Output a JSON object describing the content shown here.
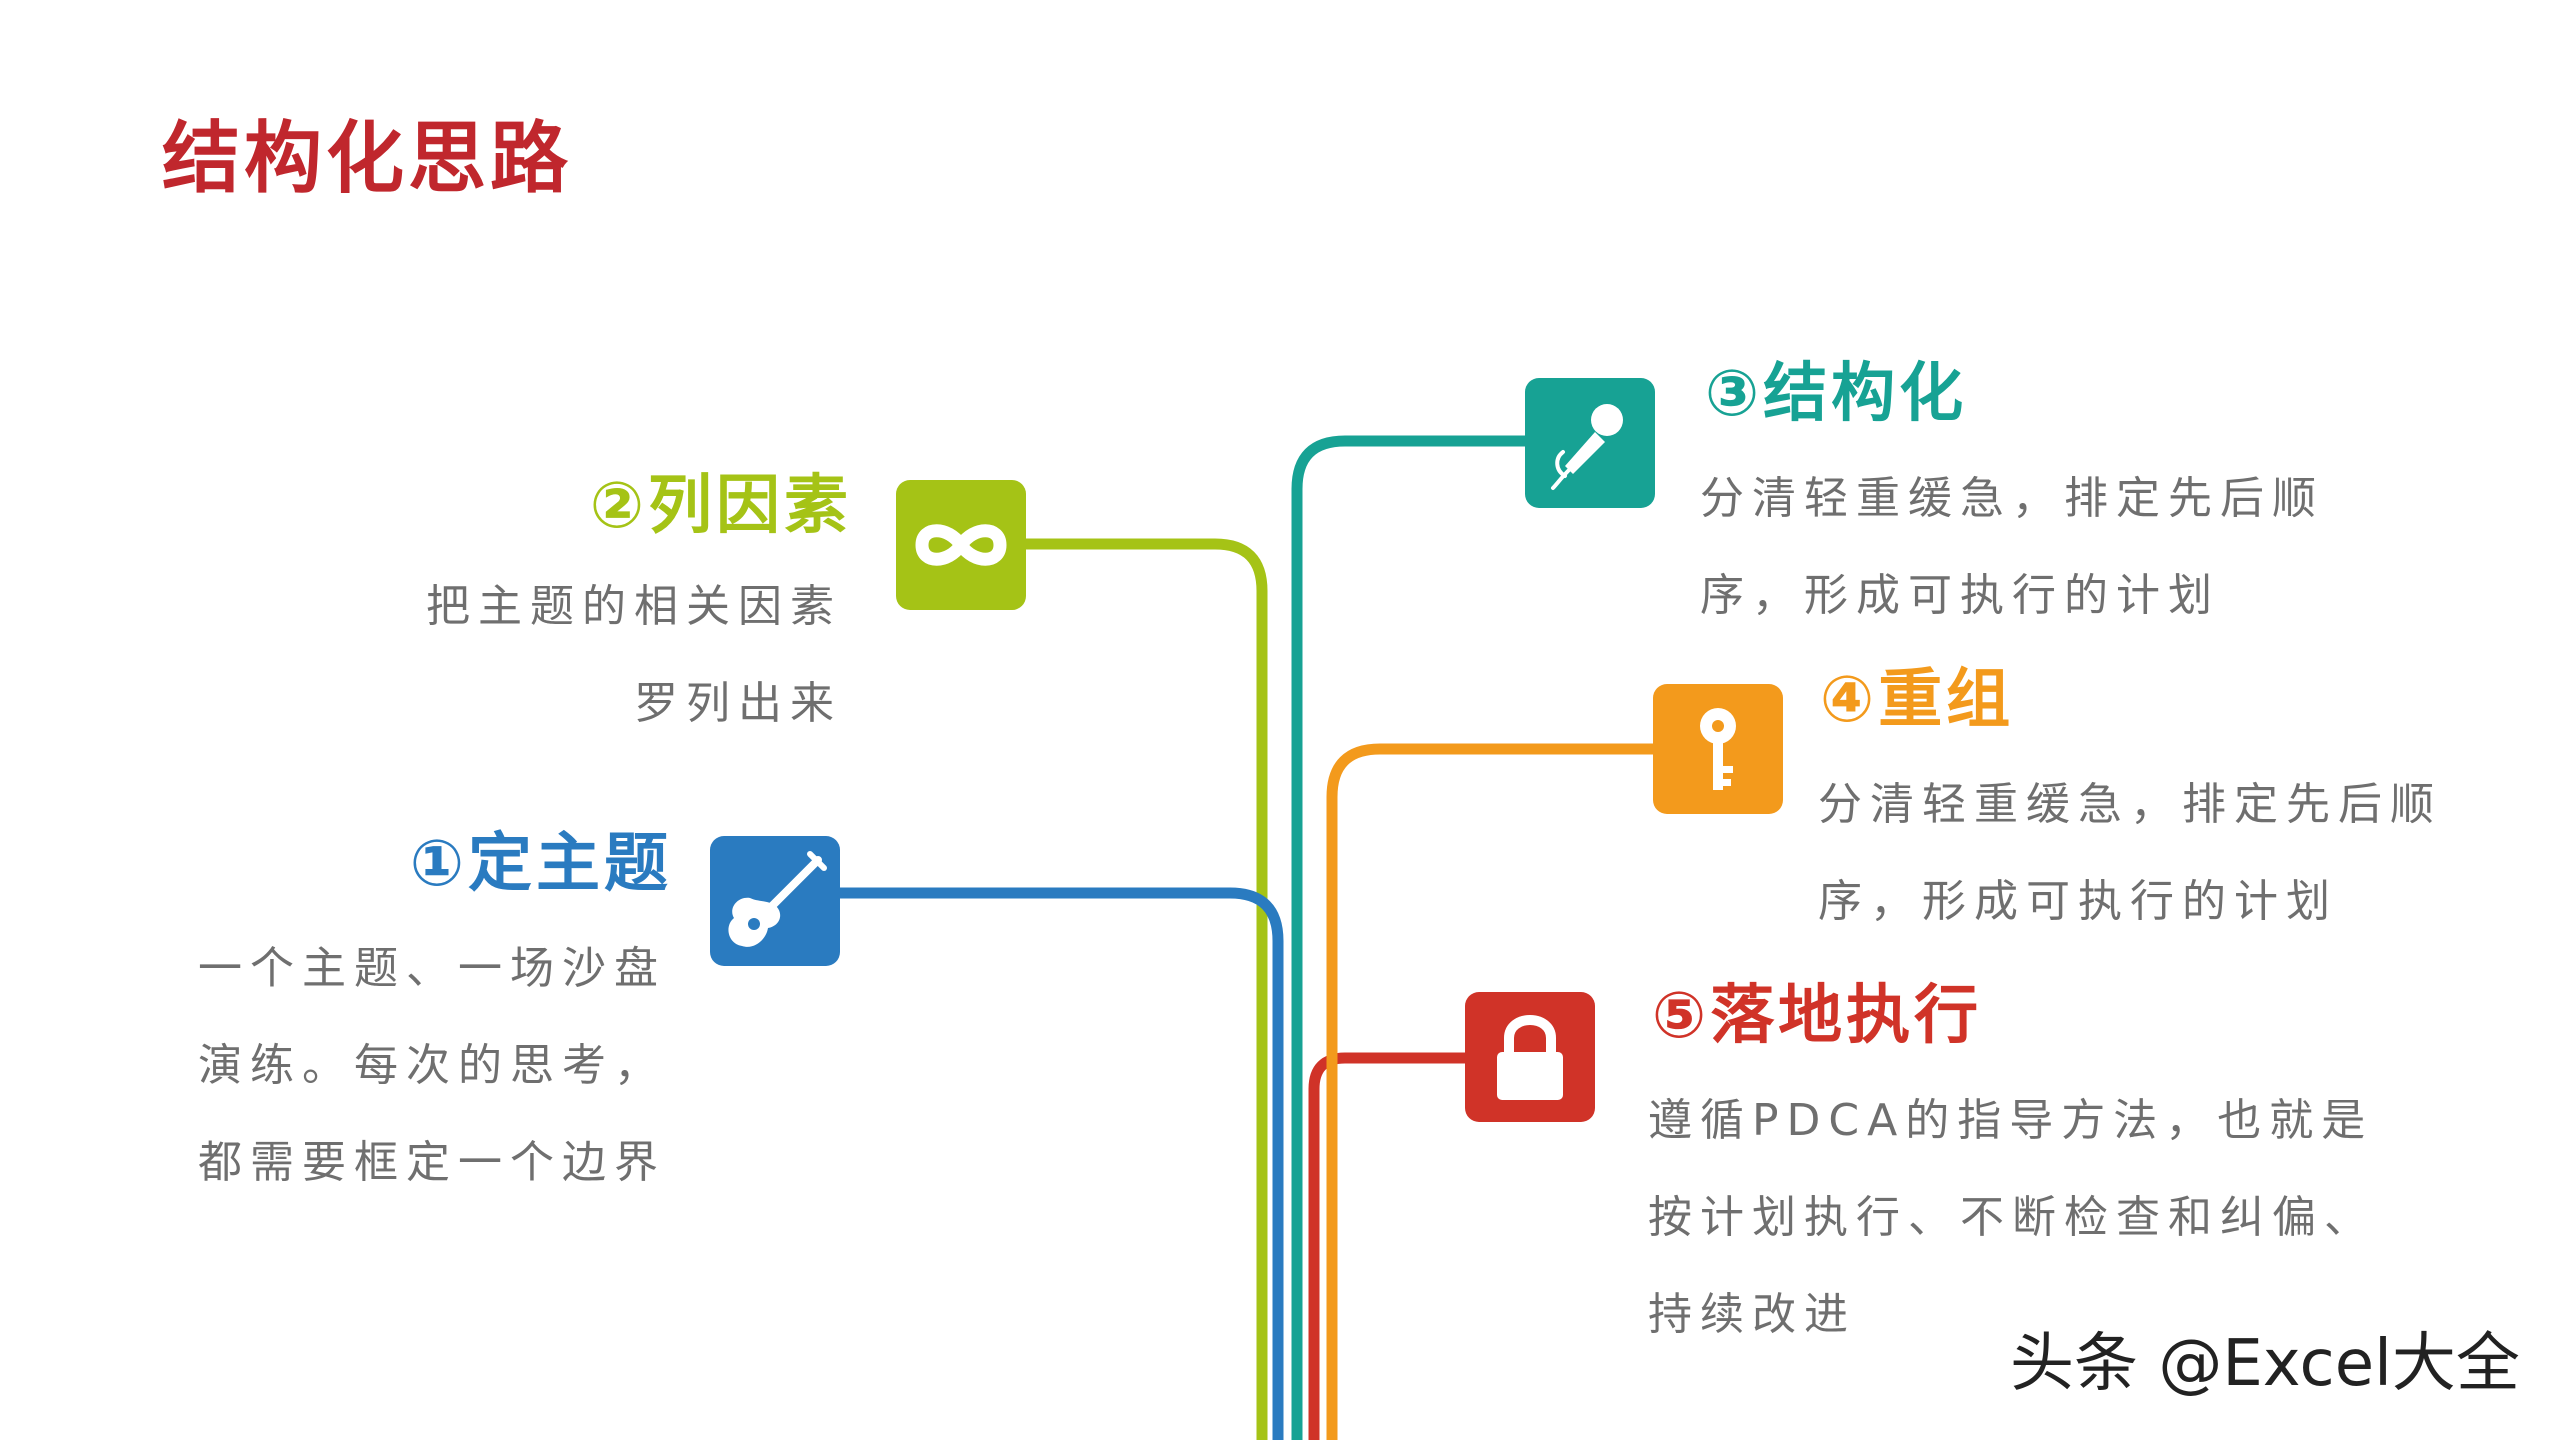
{
  "title": "结构化思路",
  "colors": {
    "title": "#c0272d",
    "green": "#a5c316",
    "blue": "#2a7bc0",
    "teal": "#17a294",
    "orange": "#f39a1c",
    "red": "#d03328"
  },
  "steps": [
    {
      "heading": "①定主题",
      "icon": "guitar-icon",
      "lines": [
        "一个主题、一场沙盘",
        "演练。每次的思考，",
        "都需要框定一个边界"
      ]
    },
    {
      "heading": "②列因素",
      "icon": "infinity-icon",
      "lines": [
        "把主题的相关因素",
        "罗列出来"
      ]
    },
    {
      "heading": "③结构化",
      "icon": "microphone-icon",
      "lines": [
        "分清轻重缓急，排定先后顺",
        "序，形成可执行的计划"
      ]
    },
    {
      "heading": "④重组",
      "icon": "key-icon",
      "lines": [
        "分清轻重缓急，排定先后顺",
        "序，形成可执行的计划"
      ]
    },
    {
      "heading": "⑤落地执行",
      "icon": "lock-icon",
      "lines": [
        "遵循PDCA的指导方法，也就是",
        "按计划执行、不断检查和纠偏、",
        "持续改进"
      ]
    }
  ],
  "watermark": "头条 @Excel大全"
}
